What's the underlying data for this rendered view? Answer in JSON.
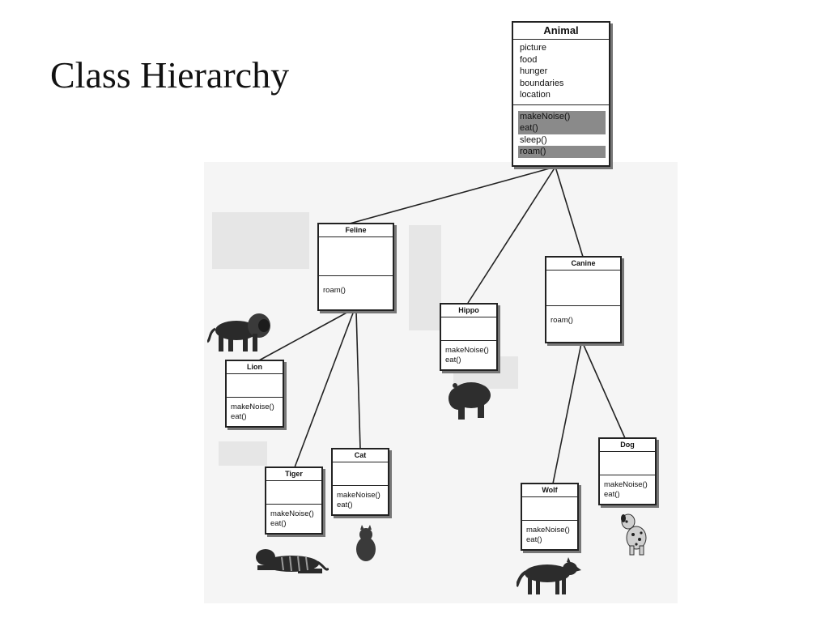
{
  "slide": {
    "title": "Class Hierarchy"
  },
  "classes": {
    "animal": {
      "name": "Animal",
      "attributes": [
        "picture",
        "food",
        "hunger",
        "boundaries",
        "location"
      ],
      "methods": [
        "makeNoise()",
        "eat()",
        "sleep()",
        "roam()"
      ]
    },
    "feline": {
      "name": "Feline",
      "methods": [
        "roam()"
      ]
    },
    "hippo": {
      "name": "Hippo",
      "methods": [
        "makeNoise()",
        "eat()"
      ]
    },
    "canine": {
      "name": "Canine",
      "methods": [
        "roam()"
      ]
    },
    "lion": {
      "name": "Lion",
      "methods": [
        "makeNoise()",
        "eat()"
      ]
    },
    "tiger": {
      "name": "Tiger",
      "methods": [
        "makeNoise()",
        "eat()"
      ]
    },
    "cat": {
      "name": "Cat",
      "methods": [
        "makeNoise()",
        "eat()"
      ]
    },
    "wolf": {
      "name": "Wolf",
      "methods": [
        "makeNoise()",
        "eat()"
      ]
    },
    "dog": {
      "name": "Dog",
      "methods": [
        "makeNoise()",
        "eat()"
      ]
    }
  }
}
